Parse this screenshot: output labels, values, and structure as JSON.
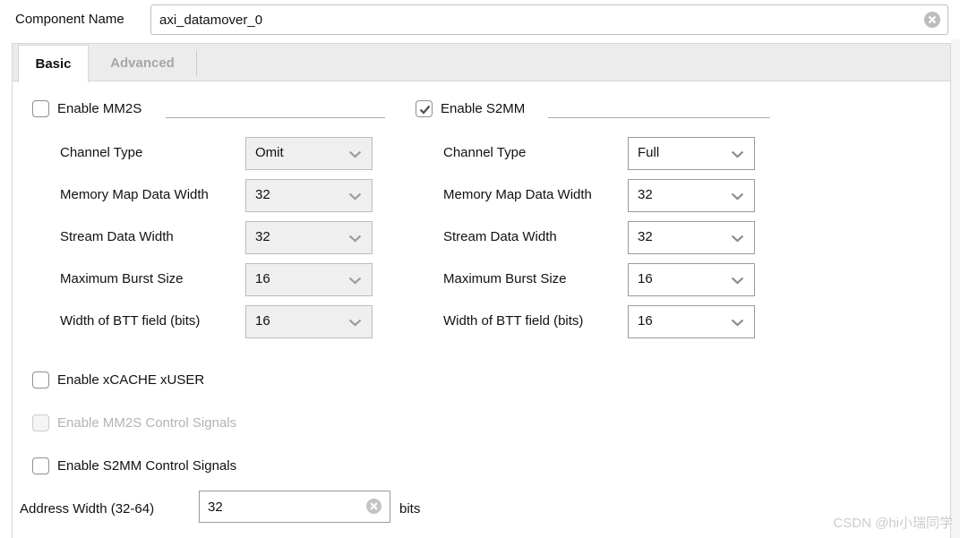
{
  "header": {
    "label": "Component Name",
    "value": "axi_datamover_0"
  },
  "tabs": [
    {
      "label": "Basic",
      "active": true
    },
    {
      "label": "Advanced",
      "active": false
    }
  ],
  "sections": {
    "mm2s": {
      "label": "Enable MM2S",
      "checked": false,
      "rows": [
        {
          "label": "Channel Type",
          "value": "Omit",
          "disabled": true
        },
        {
          "label": "Memory Map Data Width",
          "value": "32",
          "disabled": true
        },
        {
          "label": "Stream Data Width",
          "value": "32",
          "disabled": true
        },
        {
          "label": "Maximum Burst Size",
          "value": "16",
          "disabled": true
        },
        {
          "label": "Width of BTT field (bits)",
          "value": "16",
          "disabled": true
        }
      ]
    },
    "s2mm": {
      "label": "Enable S2MM",
      "checked": true,
      "rows": [
        {
          "label": "Channel Type",
          "value": "Full",
          "disabled": false
        },
        {
          "label": "Memory Map Data Width",
          "value": "32",
          "disabled": false
        },
        {
          "label": "Stream Data Width",
          "value": "32",
          "disabled": false
        },
        {
          "label": "Maximum Burst Size",
          "value": "16",
          "disabled": false
        },
        {
          "label": "Width of BTT field (bits)",
          "value": "16",
          "disabled": false
        }
      ]
    }
  },
  "options": [
    {
      "label": "Enable xCACHE xUSER",
      "checked": false,
      "disabled": false
    },
    {
      "label": "Enable MM2S Control Signals",
      "checked": false,
      "disabled": true
    },
    {
      "label": "Enable S2MM Control Signals",
      "checked": false,
      "disabled": false
    }
  ],
  "address_width": {
    "label": "Address Width (32-64)",
    "value": "32",
    "suffix": "bits"
  },
  "watermark": "CSDN @hi小瑞同学",
  "colors": {
    "panel_border": "#d6d6d6",
    "tabstrip_bg": "#ececec",
    "disabled_text": "#b3b3b3",
    "divider": "#a9a9a9",
    "gutter_bg": "#f5f5f5",
    "clear_icon": "#bdbdbd"
  }
}
